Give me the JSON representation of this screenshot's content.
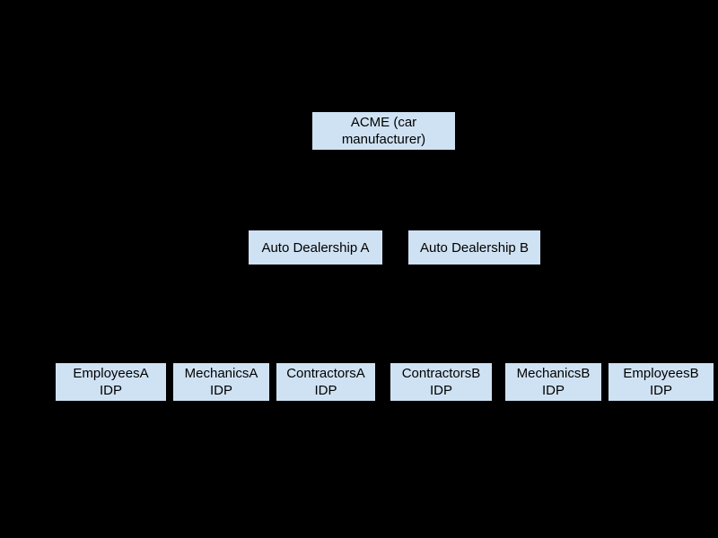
{
  "diagram": {
    "type": "hierarchy",
    "colors": {
      "background": "#000000",
      "node_fill": "#cfe2f3",
      "node_text": "#000000"
    },
    "nodes": {
      "root": {
        "label": "ACME (car\nmanufacturer)"
      },
      "dealership_a": {
        "label": "Auto Dealership A"
      },
      "dealership_b": {
        "label": "Auto Dealership B"
      },
      "employees_a": {
        "label": "EmployeesA\nIDP"
      },
      "mechanics_a": {
        "label": "MechanicsA\nIDP"
      },
      "contractors_a": {
        "label": "ContractorsA\nIDP"
      },
      "contractors_b": {
        "label": "ContractorsB\nIDP"
      },
      "mechanics_b": {
        "label": "MechanicsB\nIDP"
      },
      "employees_b": {
        "label": "EmployeesB\nIDP"
      }
    },
    "edges": [
      {
        "from": "root",
        "to": "dealership_a"
      },
      {
        "from": "root",
        "to": "dealership_b"
      },
      {
        "from": "dealership_a",
        "to": "employees_a"
      },
      {
        "from": "dealership_a",
        "to": "mechanics_a"
      },
      {
        "from": "dealership_a",
        "to": "contractors_a"
      },
      {
        "from": "dealership_b",
        "to": "contractors_b"
      },
      {
        "from": "dealership_b",
        "to": "mechanics_b"
      },
      {
        "from": "dealership_b",
        "to": "employees_b"
      }
    ]
  }
}
